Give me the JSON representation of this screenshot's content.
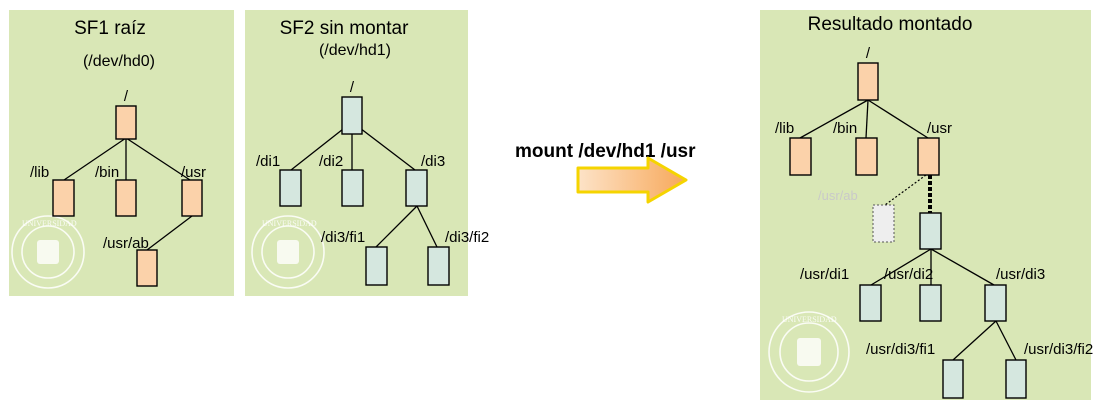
{
  "panels": {
    "sf1": {
      "title": "SF1  raíz",
      "device": "(/dev/hd0)",
      "labels": {
        "root": "/",
        "lib": "/lib",
        "bin": "/bin",
        "usr": "/usr",
        "usr_ab": "/usr/ab"
      }
    },
    "sf2": {
      "title": "SF2  sin montar",
      "device": "(/dev/hd1)",
      "labels": {
        "root": "/",
        "di1": "/di1",
        "di2": "/di2",
        "di3": "/di3",
        "fi1": "/di3/fi1",
        "fi2": "/di3/fi2"
      }
    },
    "result": {
      "title": "Resultado montado",
      "labels": {
        "root": "/",
        "lib": "/lib",
        "bin": "/bin",
        "usr": "/usr",
        "hidden": "/usr/ab",
        "di1": "/usr/di1",
        "di2": "/usr/di2",
        "di3": "/usr/di3",
        "fi1": "/usr/di3/fi1",
        "fi2": "/usr/di3/fi2"
      }
    }
  },
  "command": "mount /dev/hd1 /usr",
  "seal_text": "UNIVERSIDAD POLITECNICA MADRID",
  "colors": {
    "panel_bg": "#d9e7b6",
    "node_orange": "#fbd2aa",
    "node_blue": "#d5e7df",
    "arrow": "#f7a85a",
    "arrow_border": "#f5d400"
  }
}
